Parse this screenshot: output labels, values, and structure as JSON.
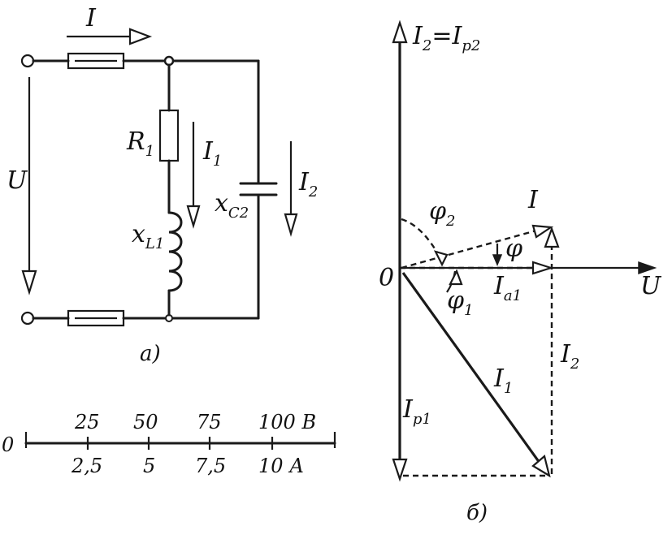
{
  "circuit": {
    "current_total": "I",
    "voltage": "U",
    "resistor": "R",
    "resistor_sub": "1",
    "branch1_current": "I",
    "branch1_sub": "1",
    "inductor": "x",
    "inductor_sub": "L1",
    "capacitor": "x",
    "capacitor_sub": "C2",
    "branch2_current": "I",
    "branch2_sub": "2",
    "caption": "а)"
  },
  "scale": {
    "zero": "0",
    "voltage_ticks": [
      "25",
      "50",
      "75",
      "100 В"
    ],
    "current_ticks": [
      "2,5",
      "5",
      "7,5",
      "10 А"
    ]
  },
  "phasor": {
    "top_label": "I",
    "top_sub1": "2",
    "top_eq": "=I",
    "top_sub2": "p2",
    "origin": "0",
    "phi2": "φ",
    "phi2_sub": "2",
    "total_I": "I",
    "phi": "φ",
    "ia1": "I",
    "ia1_sub": "a1",
    "voltage": "U",
    "phi1": "φ",
    "phi1_sub": "1",
    "i2_side": "I",
    "i2_side_sub": "2",
    "i1": "I",
    "i1_sub": "1",
    "ip1": "I",
    "ip1_sub": "p1",
    "caption": "б)"
  }
}
